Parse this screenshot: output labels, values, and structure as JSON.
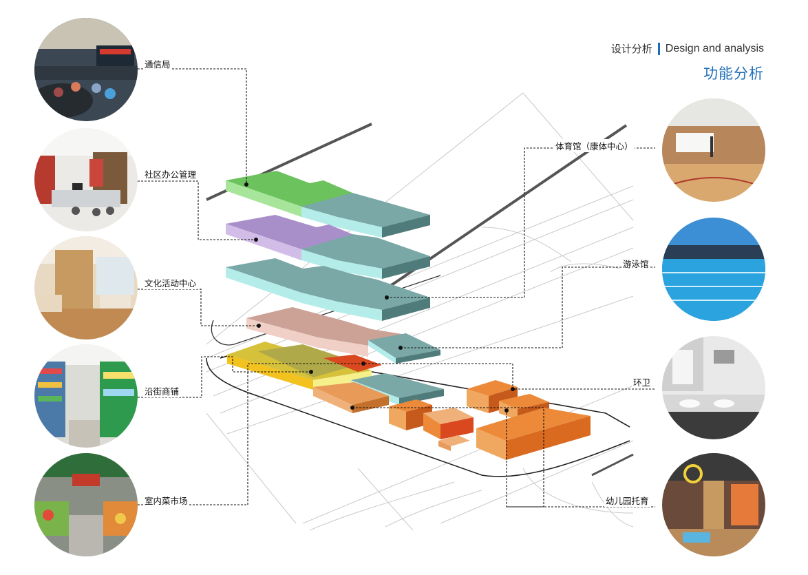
{
  "header": {
    "cn": "设计分析",
    "en": "Design and analysis",
    "title": "功能分析"
  },
  "left_labels": [
    "通信局",
    "社区办公管理",
    "文化活动中心",
    "沿街商铺",
    "室内菜市场"
  ],
  "right_labels": [
    "体育馆（康体中心）",
    "游泳馆",
    "环卫",
    "幼儿园托育"
  ],
  "colors": {
    "accent": "#1f6db8",
    "green": "#6cc25d",
    "purple": "#a98fc9",
    "teal": "#88c7c5",
    "pink": "#d9b0a6",
    "yellow": "#d6c13a",
    "orange": "#ec8a3a",
    "red": "#d9481f"
  },
  "icons": {
    "photo-telecom": "meeting-room-photo",
    "photo-office": "office-photo",
    "photo-culture": "lounge-photo",
    "photo-shops": "store-photo",
    "photo-market": "market-photo",
    "photo-gym": "gym-photo",
    "photo-pool": "pool-photo",
    "photo-sanitation": "restroom-photo",
    "photo-kindergarten": "kindergarten-photo"
  }
}
